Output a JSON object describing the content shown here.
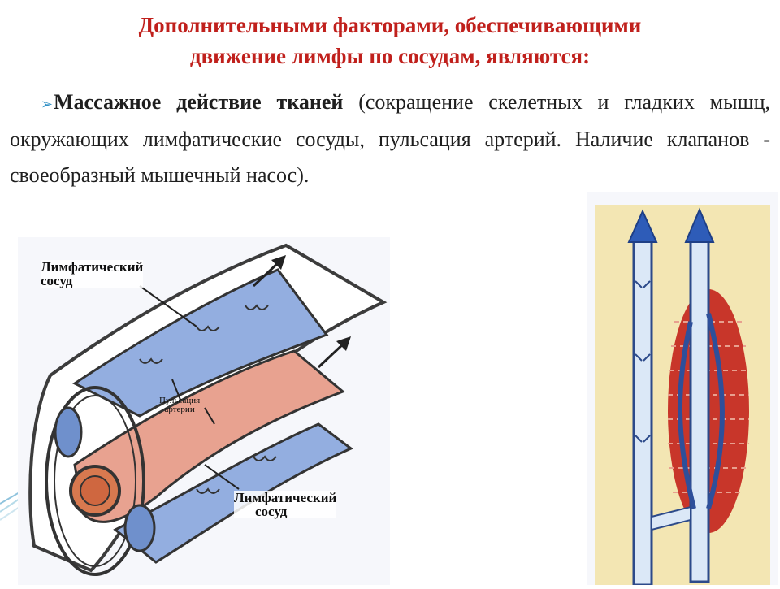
{
  "slide": {
    "title_line1": "Дополнительными факторами, обеспечивающими",
    "title_line2": "движение лимфы по сосудам, являются:",
    "bullet": {
      "bold_part": "Массажное действие тканей",
      "rest_part": "(сокращение скелетных и гладких мышц, окружающих лимфатические сосуды, пульсация артерий. Наличие клапанов - своеобразный мышечный насос)."
    }
  },
  "figure_left": {
    "label_top_line1": "Лимфатический",
    "label_top_line2": "сосуд",
    "label_bottom_line1": "Лимфатический",
    "label_bottom_line2": "сосуд",
    "label_center_line1": "Пульсация",
    "label_center_line2": "артерии"
  },
  "colors": {
    "title": "#c0201c",
    "bullet_arrow": "#2f8fc4",
    "lymph_vessel": "#7f9fd6",
    "artery": "#e49a88",
    "muscle": "#c8362a",
    "background_paper": "#f3e6b3"
  }
}
